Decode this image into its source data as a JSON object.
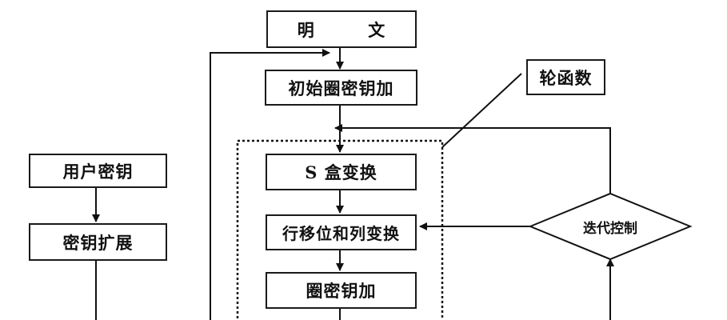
{
  "nodes": {
    "plaintext": "明        文",
    "initial_round_key_add": "初始圈密钥加",
    "round_function": "轮函数",
    "user_key": "用户密钥",
    "key_expansion": "密钥扩展",
    "s_box": "S 盒变换",
    "shift_mix": "行移位和列变换",
    "round_key_add": "圈密钥加",
    "iteration_control": "迭代控制"
  }
}
